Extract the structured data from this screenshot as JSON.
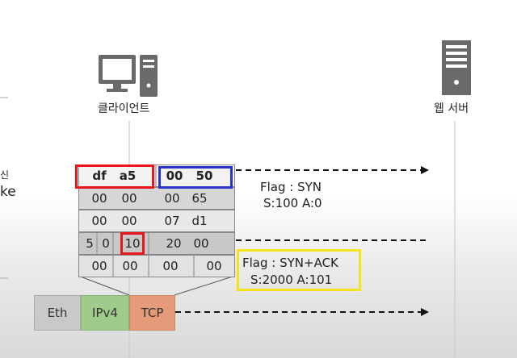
{
  "left_edge": {
    "line1": "신",
    "line2": "ke"
  },
  "client": {
    "label": "클라이언트",
    "icon": "computer-icon"
  },
  "server": {
    "label": "웹 서버",
    "icon": "server-icon"
  },
  "header_rows": [
    [
      "df",
      "a5",
      "00",
      "50"
    ],
    [
      "00",
      "00",
      "00",
      "65"
    ],
    [
      "00",
      "00",
      "07",
      "d1"
    ],
    [
      "5",
      "0",
      "10",
      "20",
      "00"
    ],
    [
      "00",
      "00",
      "00",
      "00"
    ]
  ],
  "flags": {
    "syn": {
      "line1": "Flag : SYN",
      "line2": "S:100 A:0"
    },
    "synack": {
      "line1": "Flag : SYN+ACK",
      "line2": "S:2000 A:101"
    }
  },
  "layers": [
    "Eth",
    "IPv4",
    "TCP"
  ],
  "colors": {
    "source_port_box": "#e8161c",
    "dest_port_box": "#2b35c8",
    "flag_box": "#f4e41a",
    "highlight_cell_box": "#e8161c",
    "eth": "#c9c9c9",
    "ipv4": "#9fcb8c",
    "tcp": "#e59a7a"
  }
}
